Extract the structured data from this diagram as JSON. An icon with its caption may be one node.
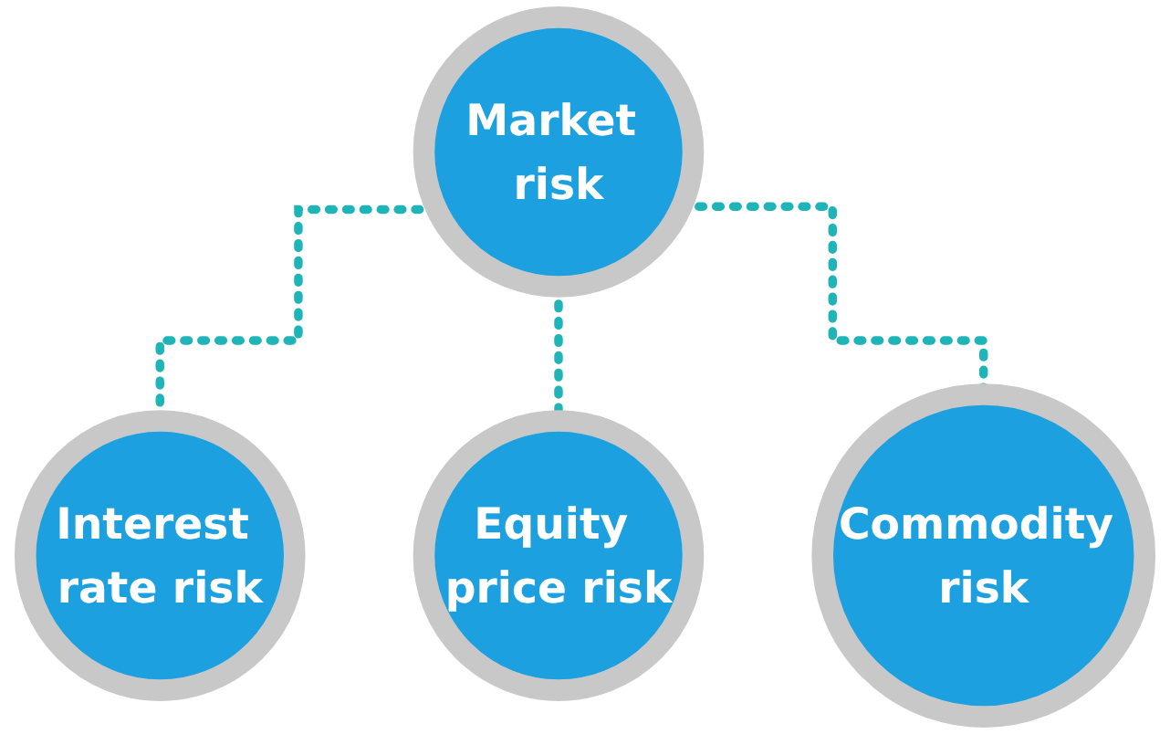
{
  "diagram": {
    "nodes": [
      {
        "text": [
          "Market risk"
        ]
      },
      {
        "text": [
          "Interest rate risk"
        ]
      },
      {
        "text": [
          "Equity price risk"
        ]
      },
      {
        "text": [
          "Commodity risk"
        ]
      }
    ],
    "edges": [
      {
        "from": 0,
        "to": 1,
        "arrow": "none",
        "style": "dashed"
      },
      {
        "from": 0,
        "to": 2,
        "arrow": "none",
        "style": "dashed"
      },
      {
        "from": 0,
        "to": 3,
        "arrow": "none",
        "style": "dashed"
      }
    ]
  }
}
